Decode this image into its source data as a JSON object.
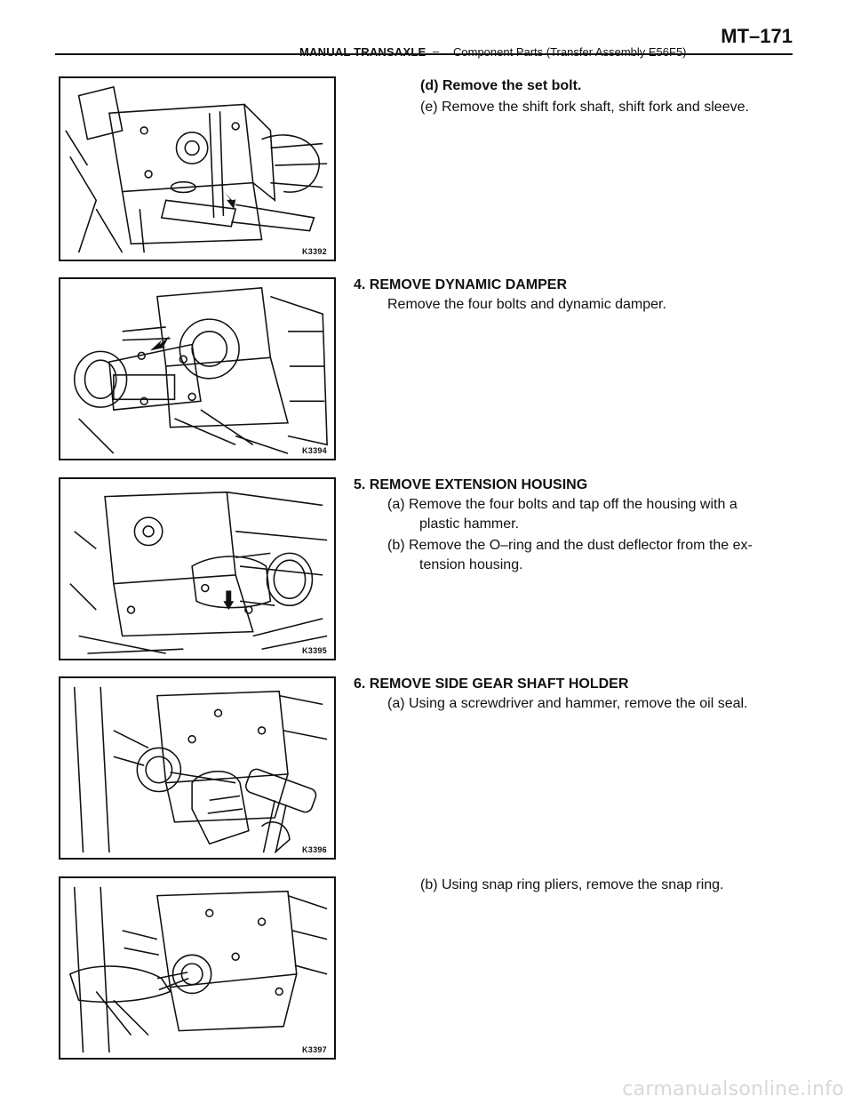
{
  "header": {
    "section": "MANUAL TRANSAXLE",
    "separator": "–",
    "subsection": "Component Parts (Transfer Assembly E56F5)",
    "page": "MT–171"
  },
  "figures": [
    {
      "label": "K3392"
    },
    {
      "label": "K3394"
    },
    {
      "label": "K3395"
    },
    {
      "label": "K3396"
    },
    {
      "label": "K3397"
    }
  ],
  "block1": {
    "line_d": "(d) Remove the set bolt.",
    "line_e": "(e) Remove the shift fork shaft, shift fork and sleeve."
  },
  "step4": {
    "title": "4. REMOVE DYNAMIC DAMPER",
    "text": "Remove the four bolts and dynamic damper."
  },
  "step5": {
    "title": "5. REMOVE EXTENSION HOUSING",
    "a_1": "(a) Remove the four bolts and tap off the housing with a",
    "a_2": "plastic hammer.",
    "b_1": "(b) Remove the O–ring and the dust deflector from the ex-",
    "b_2": "tension housing."
  },
  "step6": {
    "title": "6. REMOVE SIDE GEAR SHAFT HOLDER",
    "a": "(a) Using a screwdriver and hammer, remove the oil seal.",
    "b": "(b) Using snap ring pliers, remove the snap ring."
  },
  "watermark": "carmanualsonline.info"
}
